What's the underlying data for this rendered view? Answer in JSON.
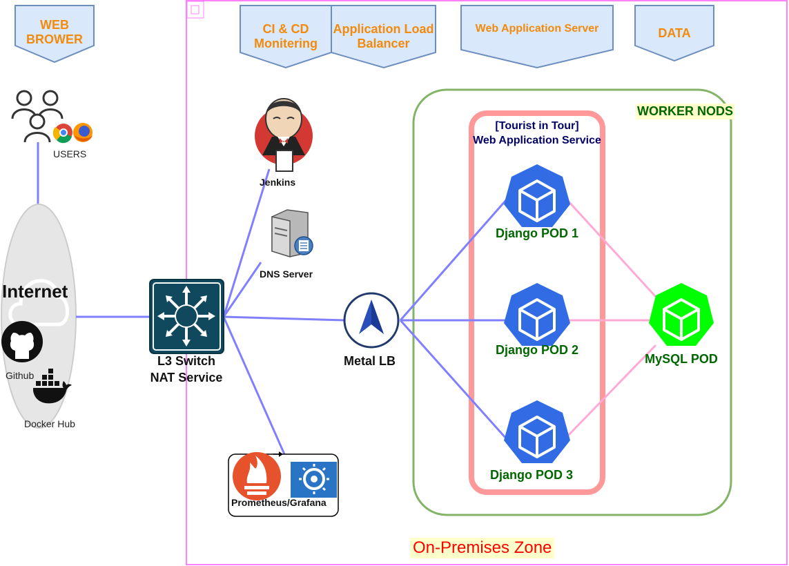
{
  "banners": {
    "web_browser": "WEB BROWER",
    "ci_cd": "CI & CD Monitering",
    "alb": "Application Load Balancer",
    "web_app_server": "Web Application Server",
    "data": "DATA"
  },
  "nodes": {
    "users": "USERS",
    "internet": "Internet",
    "github": "Github",
    "docker_hub": "Docker Hub",
    "l3_switch": "L3 Switch",
    "nat_service": "NAT Service",
    "jenkins": "Jenkins",
    "dns_server": "DNS Server",
    "prometheus_grafana": "Prometheus/Grafana",
    "metal_lb": "Metal LB",
    "service_title_1": "[Tourist in Tour]",
    "service_title_2": "Web Application Service",
    "pod1": "Django POD 1",
    "pod2": "Django POD 2",
    "pod3": "Django POD 3",
    "mysql": "MySQL POD",
    "worker_nodes": "WORKER NODS",
    "zone": "On-Premises Zone"
  },
  "colors": {
    "banner_fill": "#dae8fc",
    "banner_stroke": "#6c8ebf",
    "banner_text": "#f28a0c",
    "zone_border": "#ff80ff",
    "worker_border": "#82b366",
    "service_border": "#ff9999",
    "link_blue": "#7f7fff",
    "link_pink": "#ffaad4",
    "pod_blue": "#326ce5",
    "pod_green": "#00ff00",
    "text_green": "#006600",
    "text_navy": "#000066"
  }
}
